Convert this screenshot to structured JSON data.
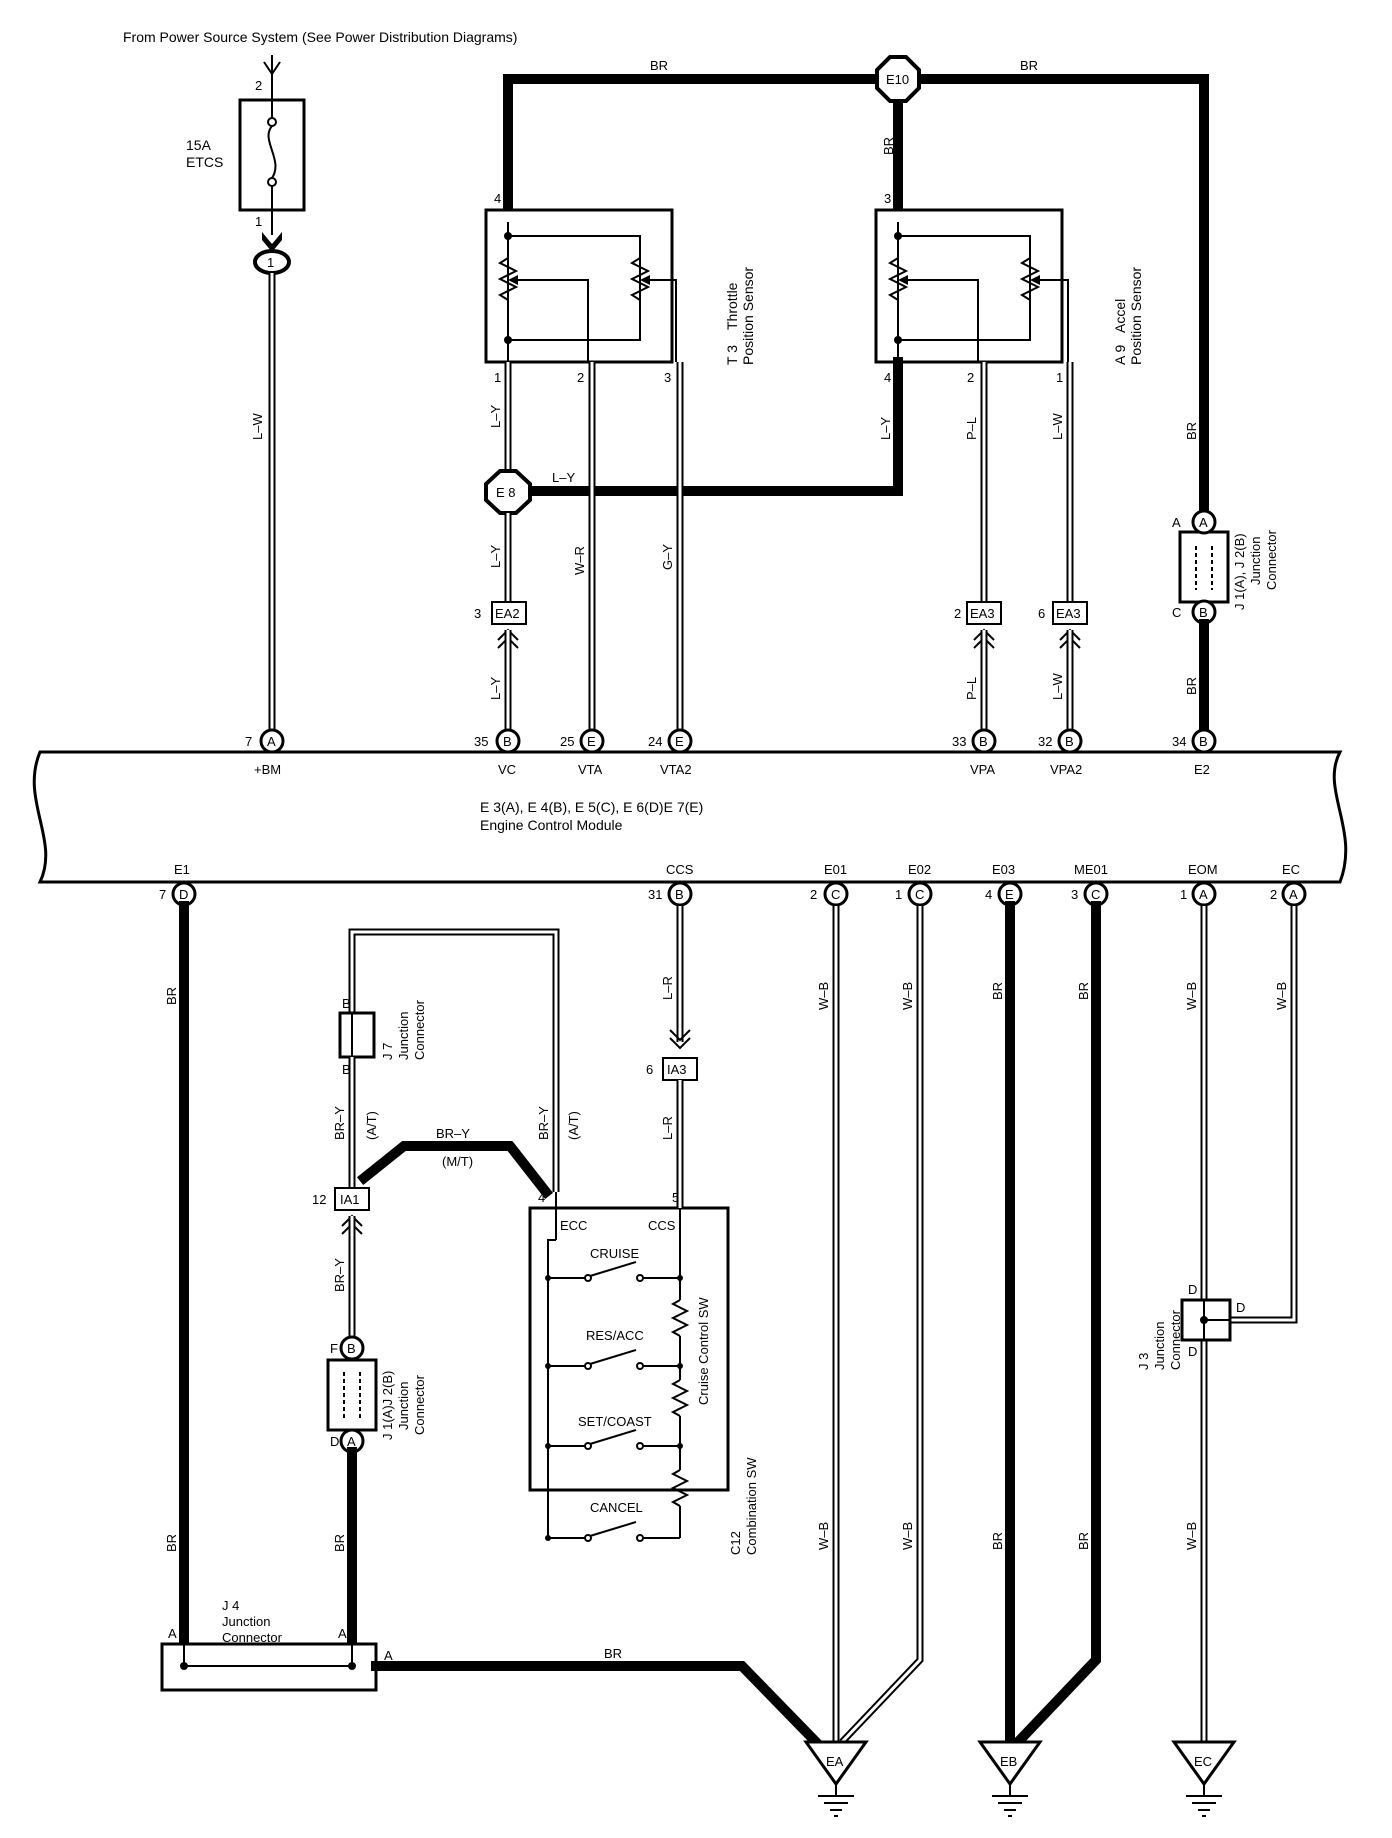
{
  "header": {
    "source": "From Power Source System (See Power Distribution Diagrams)"
  },
  "fuse": {
    "rating": "15A",
    "name": "ETCS",
    "pin_top": "2",
    "pin_bottom": "1",
    "junction": "1"
  },
  "ecm": {
    "ids": "E 3(A), E 4(B), E 5(C), E 6(D)E 7(E)",
    "name": "Engine Control Module",
    "top_pins": [
      {
        "num": "7",
        "conn": "A",
        "label": "+BM"
      },
      {
        "num": "35",
        "conn": "B",
        "label": "VC"
      },
      {
        "num": "25",
        "conn": "E",
        "label": "VTA"
      },
      {
        "num": "24",
        "conn": "E",
        "label": "VTA2"
      },
      {
        "num": "33",
        "conn": "B",
        "label": "VPA"
      },
      {
        "num": "32",
        "conn": "B",
        "label": "VPA2"
      },
      {
        "num": "34",
        "conn": "B",
        "label": "E2"
      }
    ],
    "bottom_pins": [
      {
        "num": "7",
        "conn": "D",
        "label": "E1"
      },
      {
        "num": "31",
        "conn": "B",
        "label": "CCS"
      },
      {
        "num": "2",
        "conn": "C",
        "label": "E01"
      },
      {
        "num": "1",
        "conn": "C",
        "label": "E02"
      },
      {
        "num": "4",
        "conn": "E",
        "label": "E03"
      },
      {
        "num": "3",
        "conn": "C",
        "label": "ME01"
      },
      {
        "num": "1",
        "conn": "A",
        "label": "EOM"
      },
      {
        "num": "2",
        "conn": "A",
        "label": "EC"
      }
    ]
  },
  "wires": {
    "br": "BR",
    "lw": "L–W",
    "ly": "L–Y",
    "wr": "W–R",
    "gy": "G–Y",
    "pl": "P–L",
    "lr": "L–R",
    "wb": "W–B",
    "bry": "BR–Y",
    "at": "(A/T)",
    "mt": "(M/T)"
  },
  "splices": {
    "e10": "E10",
    "e8": "E 8"
  },
  "throttle": {
    "id": "T 3",
    "name": "Throttle",
    "name2": "Position Sensor",
    "pins": [
      "4",
      "1",
      "2",
      "3"
    ]
  },
  "accel": {
    "id": "A 9",
    "name": "Accel",
    "name2": "Position Sensor",
    "pins": [
      "3",
      "4",
      "2",
      "1"
    ]
  },
  "inline": {
    "ea2": {
      "name": "EA2",
      "pin": "3"
    },
    "ea3a": {
      "name": "EA3",
      "pin": "2"
    },
    "ea3b": {
      "name": "EA3",
      "pin": "6"
    },
    "ia3": {
      "name": "IA3",
      "pin": "6"
    },
    "ia1": {
      "name": "IA1",
      "pin": "12"
    }
  },
  "j12_top": {
    "id": "J 1(A), J 2(B)",
    "name1": "Junction",
    "name2": "Connector",
    "pin_a": "A",
    "pin_c": "C",
    "conn_a": "A",
    "conn_b": "B"
  },
  "j7": {
    "id": "J 7",
    "name1": "Junction",
    "name2": "Connector",
    "pin": "B"
  },
  "j12_bot": {
    "id": "J 1(A)J 2(B)",
    "name1": "Junction",
    "name2": "Connector",
    "pin_f": "F",
    "pin_d": "D",
    "conn_b": "B",
    "conn_a": "A"
  },
  "j3": {
    "id": "J 3",
    "name1": "Junction",
    "name2": "Connector",
    "pin": "D"
  },
  "j4": {
    "id": "J 4",
    "name1": "Junction",
    "name2": "Connector",
    "pin": "A"
  },
  "combo": {
    "id": "C12",
    "name": "Combination SW",
    "sub": "Cruise Control SW",
    "ecc": "ECC",
    "ccs": "CCS",
    "pin_top": "5",
    "pin_left": "4",
    "switches": [
      "CRUISE",
      "RES/ACC",
      "SET/COAST",
      "CANCEL"
    ]
  },
  "grounds": [
    "EA",
    "EB",
    "EC"
  ]
}
